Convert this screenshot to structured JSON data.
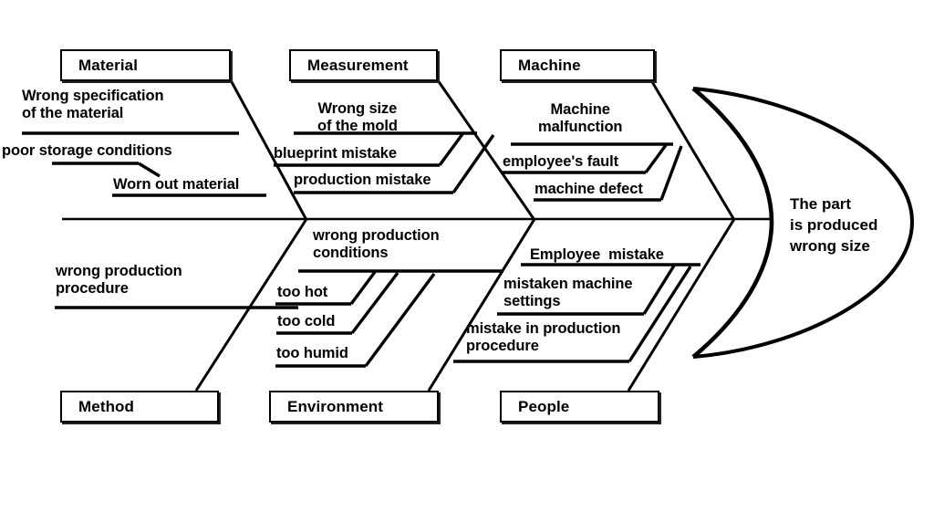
{
  "diagram": {
    "type": "fishbone-ishikawa",
    "effect": {
      "label": "The part\nis produced\nwrong size"
    },
    "categories": [
      {
        "id": "material",
        "label": "Material",
        "position": "top-left",
        "causes": [
          {
            "label": "Wrong specification\nof the material"
          },
          {
            "label": "poor storage conditions"
          },
          {
            "label": "Worn out material"
          }
        ]
      },
      {
        "id": "measurement",
        "label": "Measurement",
        "position": "top-center",
        "causes": [
          {
            "label": "Wrong size\nof the mold"
          },
          {
            "label": "blueprint mistake"
          },
          {
            "label": "production mistake"
          }
        ]
      },
      {
        "id": "machine",
        "label": "Machine",
        "position": "top-right",
        "causes": [
          {
            "label": "Machine\nmalfunction"
          },
          {
            "label": "employee's fault"
          },
          {
            "label": "machine defect"
          }
        ]
      },
      {
        "id": "method",
        "label": "Method",
        "position": "bottom-left",
        "causes": [
          {
            "label": "wrong production\nprocedure"
          }
        ]
      },
      {
        "id": "environment",
        "label": "Environment",
        "position": "bottom-center",
        "causes": [
          {
            "label": "wrong production\nconditions"
          },
          {
            "label": "too hot"
          },
          {
            "label": "too cold"
          },
          {
            "label": "too humid"
          }
        ]
      },
      {
        "id": "people",
        "label": "People",
        "position": "bottom-right",
        "causes": [
          {
            "label": "Employee  mistake"
          },
          {
            "label": "mistaken machine\nsettings"
          },
          {
            "label": "mistake in production\nprocedure"
          }
        ]
      }
    ],
    "colors": {
      "line": "#000000",
      "text": "#1a1a1a",
      "background": "#ffffff",
      "box_shadow": "#222222"
    }
  }
}
